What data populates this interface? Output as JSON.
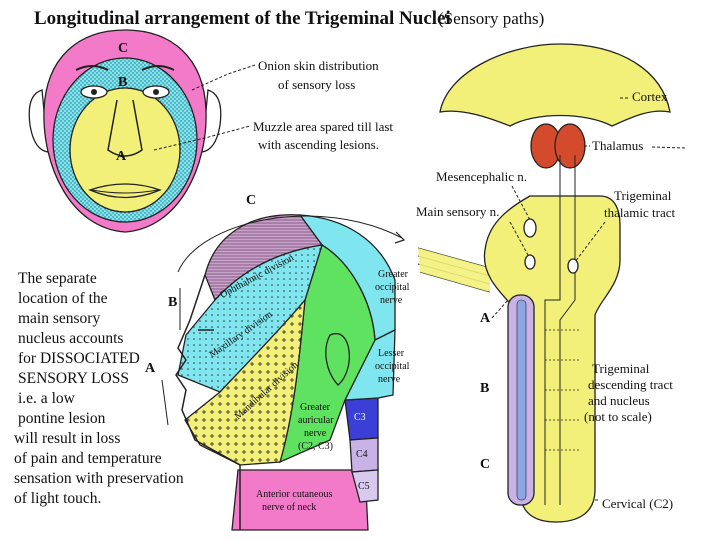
{
  "title": {
    "main": "Longitudinal arrangement of the Trigeminal Nuclei",
    "sub": "(Sensory paths)"
  },
  "face": {
    "zone_c": "C",
    "zone_b": "B",
    "zone_a": "A",
    "onion_l1": "Onion skin distribution",
    "onion_l2": "of sensory loss",
    "muzzle_l1": "Muzzle area spared till last",
    "muzzle_l2": "with ascending lesions."
  },
  "head": {
    "label_c": "C",
    "label_b": "B",
    "label_a": "A",
    "ophthalmic": "Ophthalmic division",
    "maxillary": "Maxillary division",
    "mandibular": "Mandibular division",
    "goc_l1": "Greater",
    "goc_l2": "occipital",
    "goc_l3": "nerve",
    "loc_l1": "Lesser",
    "loc_l2": "occipital",
    "loc_l3": "nerve",
    "gan_l1": "Greater",
    "gan_l2": "auricular",
    "gan_l3": "nerve",
    "gan_l4": "(C2, C3)",
    "c3": "C3",
    "c4": "C4",
    "c5": "C5",
    "acn_l1": "Anterior cutaneous",
    "acn_l2": "nerve of neck"
  },
  "brain": {
    "cortex": "Cortex",
    "thalamus": "Thalamus",
    "mesencephalic": "Mesencephalic n.",
    "main_sensory": "Main sensory n.",
    "ttt_l1": "Trigeminal",
    "ttt_l2": "thalamic tract",
    "label_a": "A",
    "label_b": "B",
    "label_c": "C",
    "tdt_l1": "Trigeminal",
    "tdt_l2": "descending tract",
    "tdt_l3": "and nucleus",
    "tdt_l4": "(not to scale)",
    "cervical": "Cervical (C2)"
  },
  "side_text": [
    "The separate",
    "location of the",
    "main sensory",
    "nucleus accounts",
    "for DISSOCIATED",
    "SENSORY LOSS",
    "i.e. a low",
    "pontine lesion",
    "will result in loss",
    "of pain and temperature",
    "sensation with preservation",
    "of light touch."
  ],
  "colors": {
    "pink": "#f27ac9",
    "cyan": "#7fe6ef",
    "yellow": "#f3f07a",
    "green": "#5fe25f",
    "purple": "#b98ac6",
    "blue": "#3b3fd6",
    "lavender": "#c9b3e6",
    "red": "#d34b2c",
    "skin": "#ffffff"
  }
}
